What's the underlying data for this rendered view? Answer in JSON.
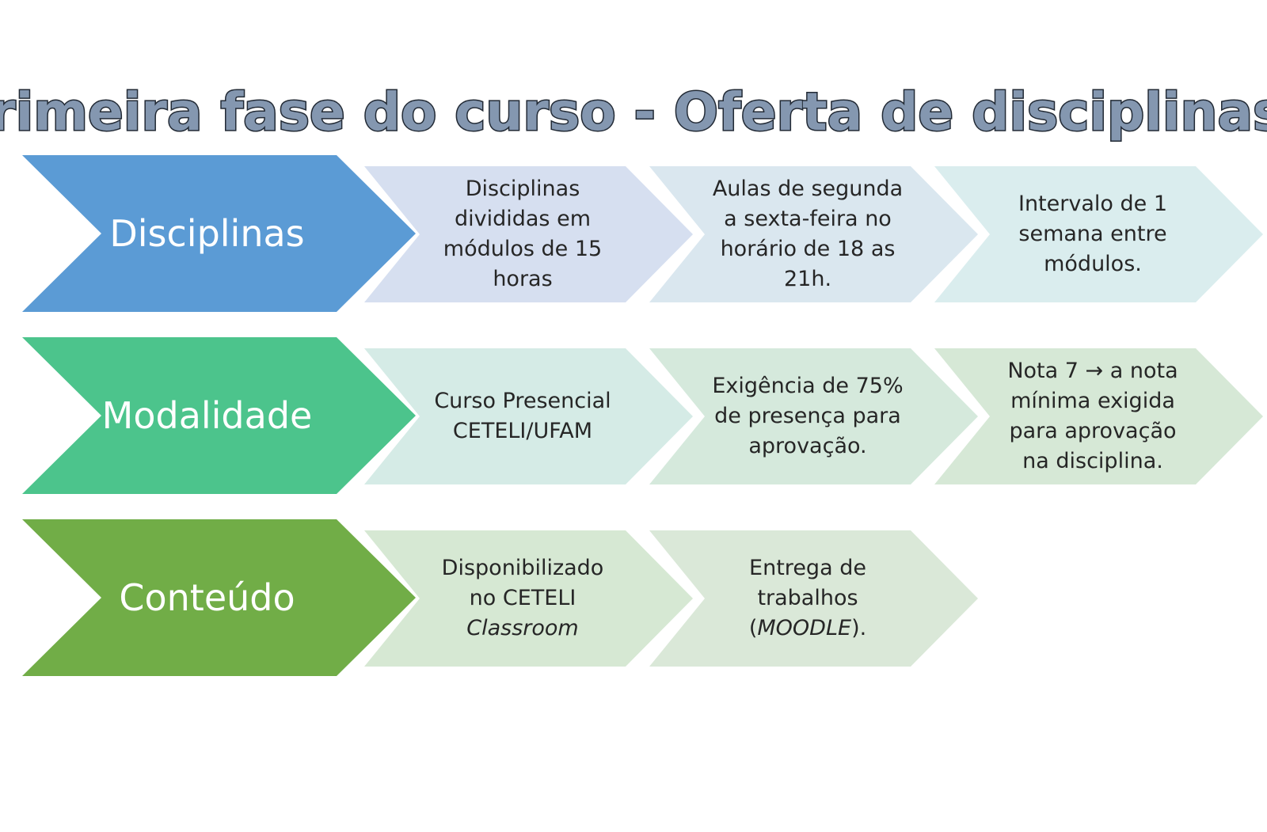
{
  "title": "Primeira fase do curso - Oferta de disciplinas",
  "colors": {
    "title_fill": "#8497B0",
    "title_stroke": "#222A35"
  },
  "rows": [
    {
      "heading": "Disciplinas",
      "heading_color": "#5B9BD5",
      "cells": [
        {
          "color": "#D6DFF0",
          "parts": [
            {
              "text": "Disciplinas\ndivididas em\nmódulos de 15\nhoras",
              "italic": false
            }
          ]
        },
        {
          "color": "#DAE7EF",
          "parts": [
            {
              "text": "Aulas de segunda\na sexta-feira no\nhorário de 18 as\n21h.",
              "italic": false
            }
          ]
        },
        {
          "color": "#DAEDEE",
          "parts": [
            {
              "text": "Intervalo de 1\nsemana entre\nmódulos.",
              "italic": false
            }
          ]
        }
      ]
    },
    {
      "heading": "Modalidade",
      "heading_color": "#4CC48C",
      "cells": [
        {
          "color": "#D5EBE6",
          "parts": [
            {
              "text": "Curso Presencial\nCETELI/UFAM",
              "italic": false
            }
          ]
        },
        {
          "color": "#D5E9DC",
          "parts": [
            {
              "text": "Exigência de 75%\nde presença para\naprovação.",
              "italic": false
            }
          ]
        },
        {
          "color": "#D6E8D6",
          "parts": [
            {
              "text": "Nota 7 → a nota\nmínima exigida\npara aprovação\nna disciplina.",
              "italic": false
            }
          ]
        }
      ]
    },
    {
      "heading": "Conteúdo",
      "heading_color": "#71AD47",
      "cells": [
        {
          "color": "#D6E8D3",
          "parts": [
            {
              "text": "Disponibilizado\nno CETELI\n",
              "italic": false
            },
            {
              "text": "Classroom",
              "italic": true
            }
          ]
        },
        {
          "color": "#DAE8D8",
          "parts": [
            {
              "text": "Entrega de\ntrabalhos\n(",
              "italic": false
            },
            {
              "text": "MOODLE",
              "italic": true
            },
            {
              "text": ").",
              "italic": false
            }
          ]
        }
      ]
    }
  ]
}
